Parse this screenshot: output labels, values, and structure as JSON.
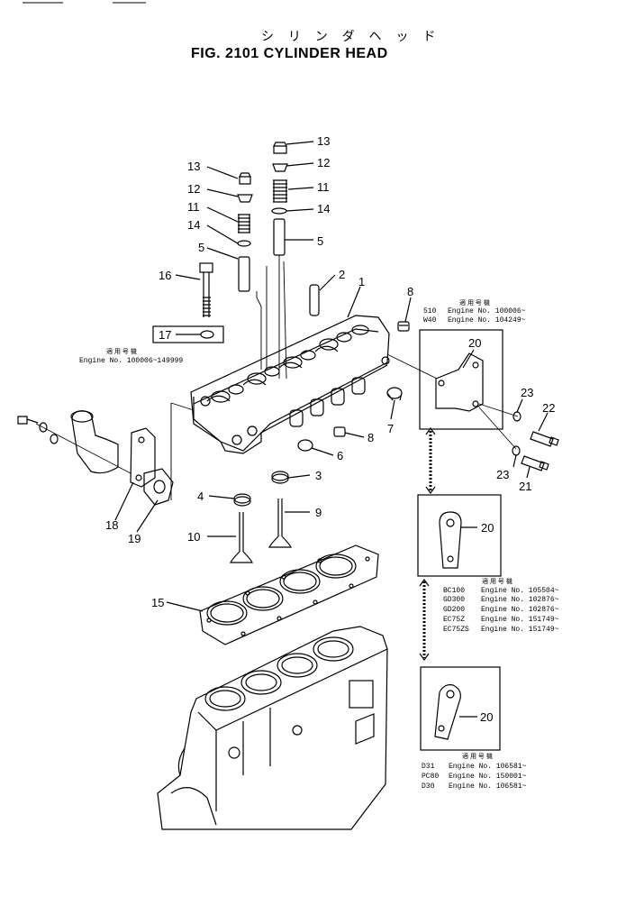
{
  "header": {
    "kana": "シ リ ン ダ ヘ ッ ド",
    "title": "FIG. 2101  CYLINDER HEAD"
  },
  "callouts": [
    "1",
    "2",
    "3",
    "4",
    "5",
    "6",
    "7",
    "8",
    "9",
    "10",
    "11",
    "12",
    "13",
    "14",
    "15",
    "16",
    "17",
    "18",
    "19",
    "20",
    "21",
    "22",
    "23"
  ],
  "notes": {
    "applicable_header": "適 用 号 機",
    "left_note": {
      "engine": "Engine  No.  100006~149999"
    },
    "group_top": {
      "rows": [
        {
          "model": "510",
          "engine": "Engine  No.  100006~"
        },
        {
          "model": "W40",
          "engine": "Engine  No.  104249~"
        }
      ]
    },
    "group_mid": {
      "rows": [
        {
          "model": "BC100",
          "engine": "Engine  No.  105504~"
        },
        {
          "model": "GD300",
          "engine": "Engine  No.  102876~"
        },
        {
          "model": "GD200",
          "engine": "Engine  No.  102876~"
        },
        {
          "model": "EC75Z",
          "engine": "Engine  No.  151749~"
        },
        {
          "model": "EC75ZS",
          "engine": "Engine  No.  151749~"
        }
      ]
    },
    "group_bottom": {
      "rows": [
        {
          "model": "D31",
          "engine": "Engine  No.  106581~"
        },
        {
          "model": "PC80",
          "engine": "Engine  No.  150001~"
        },
        {
          "model": "D30",
          "engine": "Engine  No.  106581~"
        }
      ]
    }
  },
  "colors": {
    "ink": "#000000",
    "paper": "#ffffff"
  }
}
